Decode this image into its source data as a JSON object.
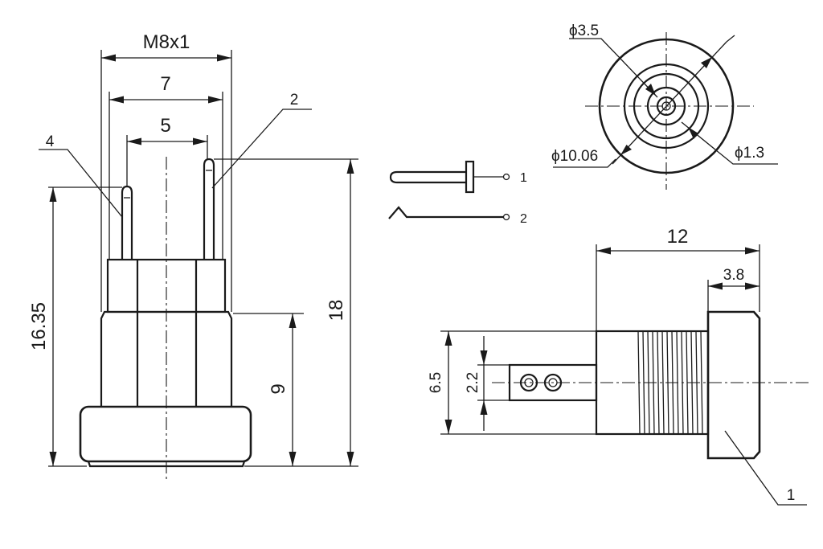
{
  "side_view": {
    "thread_dim": "M8x1",
    "width_7": "7",
    "width_5": "5",
    "height_1635": "16.35",
    "height_9": "9",
    "height_18": "18",
    "pin_label_2": "2",
    "pin_label_4": "4"
  },
  "schematic": {
    "terminal_1": "1",
    "terminal_2": "2"
  },
  "front_view": {
    "dia_35": "ϕ3.5",
    "dia_1006": "ϕ10.06",
    "dia_13": "ϕ1.3"
  },
  "bottom_view": {
    "length_12": "12",
    "length_38": "3.8",
    "height_65": "6.5",
    "height_22": "2.2",
    "part_label_1": "1"
  }
}
